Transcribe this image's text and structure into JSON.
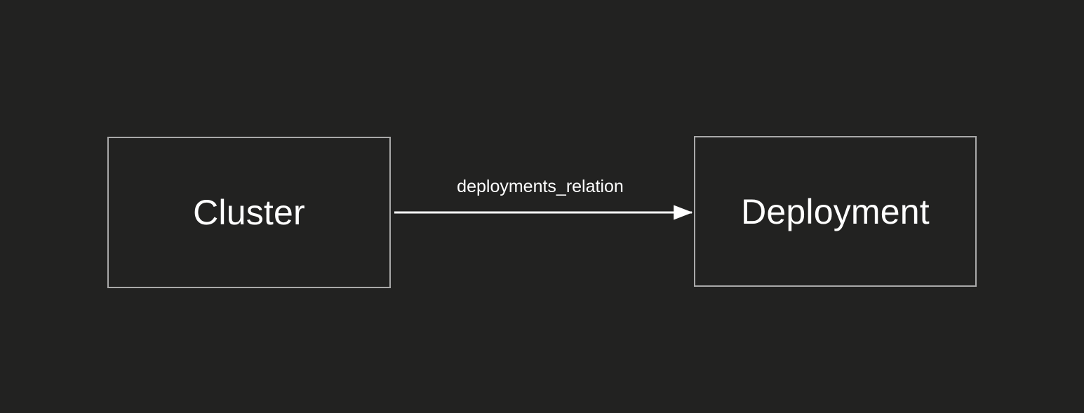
{
  "diagram": {
    "type": "entity-relationship",
    "background_color": "#222221",
    "stroke_color": "#ffffff",
    "node_border_color": "#a9a9a9",
    "nodes": [
      {
        "id": "cluster",
        "label": "Cluster"
      },
      {
        "id": "deployment",
        "label": "Deployment"
      }
    ],
    "edges": [
      {
        "id": "deployments_relation",
        "label": "deployments_relation",
        "source": "cluster",
        "target": "deployment",
        "direction": "forward",
        "arrowhead": "filled-triangle"
      }
    ]
  }
}
